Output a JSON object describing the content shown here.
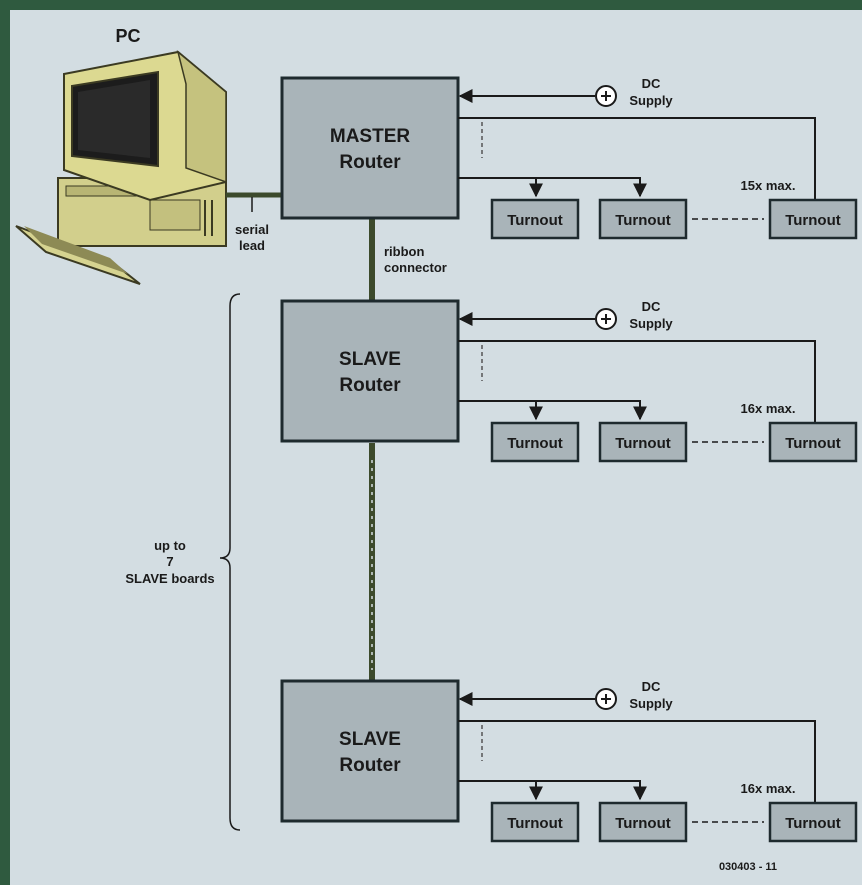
{
  "pc_label": "PC",
  "serial": {
    "line1": "serial",
    "line2": "lead"
  },
  "ribbon": {
    "line1": "ribbon",
    "line2": "connector"
  },
  "slave_note": {
    "line1": "up to",
    "line2": "7",
    "line3": "SLAVE boards"
  },
  "figure_id": "030403 - 11",
  "colors": {
    "background": "#d3dde2",
    "frame": "#2f5a3f",
    "box_fill": "#a9b4b9",
    "box_border": "#1e2a2e",
    "line": "#1a1a1a",
    "bus": "#3c4a2c"
  },
  "routers": [
    {
      "title": "MASTER",
      "subtitle": "Router",
      "dc": {
        "line1": "DC",
        "line2": "Supply"
      },
      "max_label": "15x max.",
      "turnouts": [
        "Turnout",
        "Turnout",
        "Turnout"
      ]
    },
    {
      "title": "SLAVE",
      "subtitle": "Router",
      "dc": {
        "line1": "DC",
        "line2": "Supply"
      },
      "max_label": "16x max.",
      "turnouts": [
        "Turnout",
        "Turnout",
        "Turnout"
      ]
    },
    {
      "title": "SLAVE",
      "subtitle": "Router",
      "dc": {
        "line1": "DC",
        "line2": "Supply"
      },
      "max_label": "16x max.",
      "turnouts": [
        "Turnout",
        "Turnout",
        "Turnout"
      ]
    }
  ]
}
